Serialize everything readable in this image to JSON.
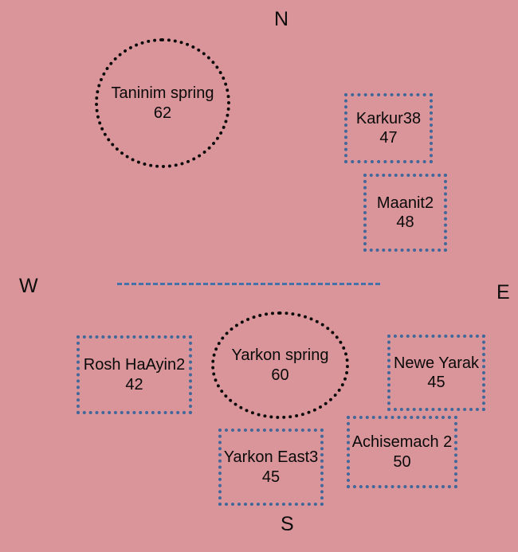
{
  "diagram": {
    "background_color": "#d99599",
    "compass": {
      "north": "N",
      "south": "S",
      "west": "W",
      "east": "E"
    },
    "divider": {
      "style": "dashed",
      "color": "#4472a8"
    },
    "circle_node_color": "#0a0a0a",
    "rect_node_color": "#41689b",
    "nodes": [
      {
        "id": "taninim-spring",
        "shape": "circle",
        "label": "Taninim spring",
        "value": "62"
      },
      {
        "id": "karkur38",
        "shape": "rect",
        "label": "Karkur38",
        "value": "47"
      },
      {
        "id": "maanit2",
        "shape": "rect",
        "label": "Maanit2",
        "value": "48"
      },
      {
        "id": "rosh-haayin2",
        "shape": "rect",
        "label": "Rosh HaAyin2",
        "value": "42"
      },
      {
        "id": "yarkon-spring",
        "shape": "circle",
        "label": "Yarkon spring",
        "value": "60"
      },
      {
        "id": "newe-yarak",
        "shape": "rect",
        "label": "Newe Yarak",
        "value": "45"
      },
      {
        "id": "achisemach2",
        "shape": "rect",
        "label": "Achisemach 2",
        "value": "50"
      },
      {
        "id": "yarkon-east3",
        "shape": "rect",
        "label": "Yarkon East3",
        "value": "45"
      }
    ]
  }
}
